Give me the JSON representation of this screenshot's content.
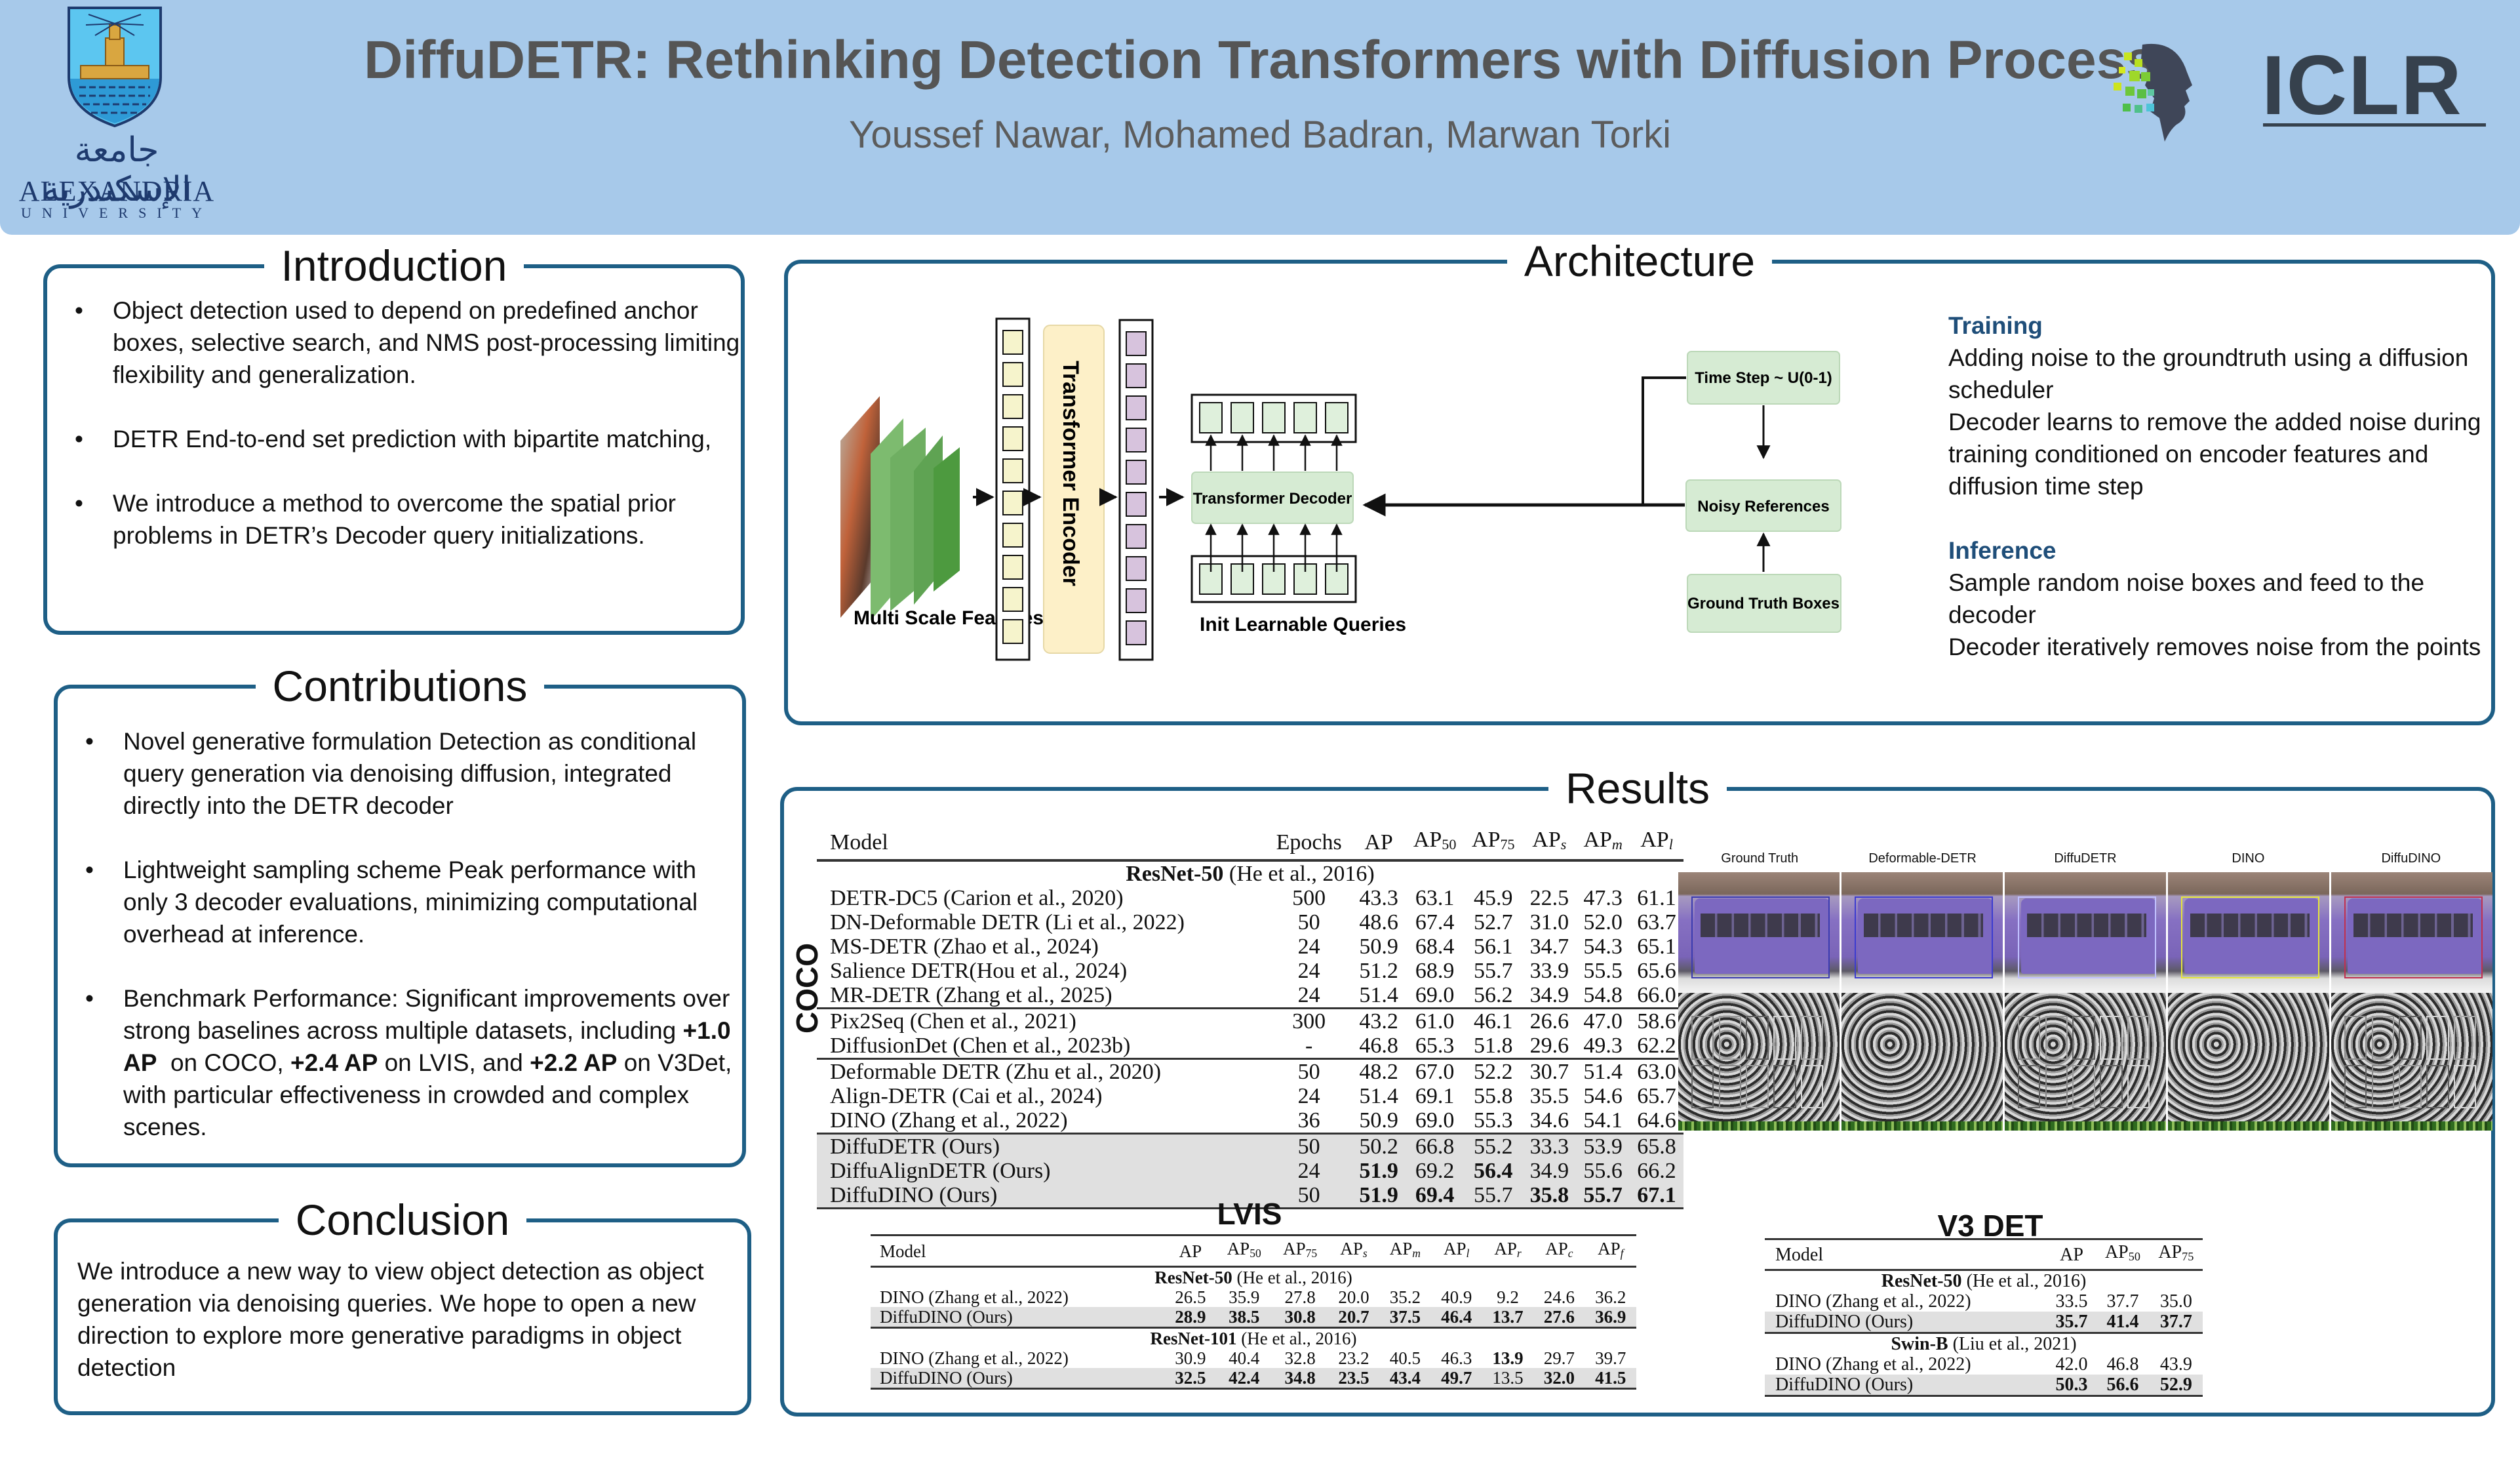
{
  "header": {
    "title": "DiffuDETR: Rethinking Detection Transformers with Diffusion Process",
    "authors": "Youssef Nawar, Mohamed Badran, Marwan Torki",
    "university_logo": {
      "arabic": "جامعة الإسكندرية",
      "name": "ALEXANDRIA",
      "subtitle": "UNIVERSITY"
    },
    "conference_logo": {
      "text": "ICLR"
    }
  },
  "introduction": {
    "title": "Introduction",
    "bullets": [
      "Object detection used to depend on predefined anchor boxes, selective search, and NMS post-processing limiting flexibility and generalization.",
      "DETR End-to-end set prediction with bipartite matching,",
      "We introduce a method to overcome the spatial prior problems in DETR’s Decoder query initializations."
    ]
  },
  "contributions": {
    "title": "Contributions",
    "bullets": [
      {
        "text": "Novel generative formulation Detection as conditional query generation via denoising diffusion, integrated directly into the DETR decoder"
      },
      {
        "text": "Lightweight sampling scheme Peak performance with only 3 decoder evaluations, minimizing computational overhead at inference."
      },
      {
        "prefix": "Benchmark Performance: Significant improvements over strong baselines across multiple datasets, including ",
        "b1": "+1.0 AP",
        "m1": "  on COCO, ",
        "b2": "+2.4 AP",
        "m2": " on LVIS, and ",
        "b3": "+2.2 AP",
        "suffix": " on V3Det, with particular effectiveness in crowded and complex scenes."
      }
    ]
  },
  "conclusion": {
    "title": "Conclusion",
    "text": "We introduce a new way to view object detection as object generation via denoising queries. We hope to open a new direction to explore more generative paradigms in object detection"
  },
  "architecture": {
    "title": "Architecture",
    "diagram": {
      "multi_scale_label": "Multi Scale Features",
      "encoder_label": "Transformer Encoder",
      "decoder_label": "Transformer Decoder",
      "queries_label": "Init Learnable Queries",
      "time_step_label": "Time Step  ~ U(0-1)",
      "noisy_refs_label": "Noisy References",
      "gt_boxes_label": "Ground Truth Boxes"
    },
    "training": {
      "heading": "Training",
      "lines": [
        "Adding noise to the groundtruth using a diffusion scheduler",
        "Decoder learns to remove the added noise during training conditioned on encoder features and diffusion time step"
      ]
    },
    "inference": {
      "heading": "Inference",
      "lines": [
        "Sample random noise boxes and feed to the decoder",
        "Decoder iteratively removes noise from the points"
      ]
    }
  },
  "results": {
    "title": "Results",
    "coco": {
      "label": "COCO",
      "headers": [
        "Model",
        "Epochs",
        "AP",
        "AP",
        "AP",
        "AP",
        "AP",
        "AP"
      ],
      "header_subs": [
        "",
        "",
        "",
        "50",
        "75",
        "s",
        "m",
        "l"
      ],
      "group": {
        "backbone": "ResNet-50",
        "cite": " (He et al., 2016)"
      },
      "rows": [
        {
          "model": "DETR-DC5 (Carion et al., 2020)",
          "values": [
            "500",
            "43.3",
            "63.1",
            "45.9",
            "22.5",
            "47.3",
            "61.1"
          ],
          "bold": []
        },
        {
          "model": "DN-Deformable DETR (Li et al., 2022)",
          "values": [
            "50",
            "48.6",
            "67.4",
            "52.7",
            "31.0",
            "52.0",
            "63.7"
          ],
          "bold": []
        },
        {
          "model": "MS-DETR (Zhao et al., 2024)",
          "values": [
            "24",
            "50.9",
            "68.4",
            "56.1",
            "34.7",
            "54.3",
            "65.1"
          ],
          "bold": []
        },
        {
          "model": "Salience DETR(Hou et al., 2024)",
          "values": [
            "24",
            "51.2",
            "68.9",
            "55.7",
            "33.9",
            "55.5",
            "65.6"
          ],
          "bold": []
        },
        {
          "model": "MR-DETR (Zhang et al., 2025)",
          "values": [
            "24",
            "51.4",
            "69.0",
            "56.2",
            "34.9",
            "54.8",
            "66.0"
          ],
          "bold": []
        },
        {
          "model": "Pix2Seq (Chen et al., 2021)",
          "values": [
            "300",
            "43.2",
            "61.0",
            "46.1",
            "26.6",
            "47.0",
            "58.6"
          ],
          "bold": [],
          "sep": true
        },
        {
          "model": "DiffusionDet (Chen et al., 2023b)",
          "values": [
            "-",
            "46.8",
            "65.3",
            "51.8",
            "29.6",
            "49.3",
            "62.2"
          ],
          "bold": []
        },
        {
          "model": "Deformable DETR (Zhu et al., 2020)",
          "values": [
            "50",
            "48.2",
            "67.0",
            "52.2",
            "30.7",
            "51.4",
            "63.0"
          ],
          "bold": [],
          "sep": true
        },
        {
          "model": "Align-DETR (Cai et al., 2024)",
          "values": [
            "24",
            "51.4",
            "69.1",
            "55.8",
            "35.5",
            "54.6",
            "65.7"
          ],
          "bold": []
        },
        {
          "model": "DINO (Zhang et al., 2022)",
          "values": [
            "36",
            "50.9",
            "69.0",
            "55.3",
            "34.6",
            "54.1",
            "64.6"
          ],
          "bold": []
        },
        {
          "model": "DiffuDETR (Ours)",
          "values": [
            "50",
            "50.2",
            "66.8",
            "55.2",
            "33.3",
            "53.9",
            "65.8"
          ],
          "bold": [],
          "sep": true,
          "ours": true
        },
        {
          "model": "DiffuAlignDETR (Ours)",
          "values": [
            "24",
            "51.9",
            "69.2",
            "56.4",
            "34.9",
            "55.6",
            "66.2"
          ],
          "bold": [
            1,
            3
          ],
          "ours": true
        },
        {
          "model": "DiffuDINO (Ours)",
          "values": [
            "50",
            "51.9",
            "69.4",
            "55.7",
            "35.8",
            "55.7",
            "67.1"
          ],
          "bold": [
            1,
            2,
            4,
            5,
            6
          ],
          "ours": true,
          "last": true
        }
      ]
    },
    "qualitative": {
      "columns": [
        "Ground Truth",
        "Deformable-DETR",
        "DiffuDETR",
        "DINO",
        "DiffuDINO"
      ]
    },
    "lvis": {
      "label": "LVIS",
      "headers": [
        "Model",
        "AP",
        "AP",
        "AP",
        "AP",
        "AP",
        "AP",
        "AP",
        "AP",
        "AP"
      ],
      "header_subs": [
        "",
        "",
        "50",
        "75",
        "s",
        "m",
        "l",
        "r",
        "c",
        "f"
      ],
      "groups": [
        {
          "backbone": "ResNet-50",
          "cite": " (He et al., 2016)",
          "rows": [
            {
              "model": "DINO (Zhang et al., 2022)",
              "values": [
                "26.5",
                "35.9",
                "27.8",
                "20.0",
                "35.2",
                "40.9",
                "9.2",
                "24.6",
                "36.2"
              ],
              "bold": []
            },
            {
              "model": "DiffuDINO (Ours)",
              "values": [
                "28.9",
                "38.5",
                "30.8",
                "20.7",
                "37.5",
                "46.4",
                "13.7",
                "27.6",
                "36.9"
              ],
              "bold": [
                0,
                1,
                2,
                3,
                4,
                5,
                6,
                7,
                8
              ],
              "ours": true
            }
          ]
        },
        {
          "backbone": "ResNet-101",
          "cite": " (He et al., 2016)",
          "rows": [
            {
              "model": "DINO (Zhang et al., 2022)",
              "values": [
                "30.9",
                "40.4",
                "32.8",
                "23.2",
                "40.5",
                "46.3",
                "13.9",
                "29.7",
                "39.7"
              ],
              "bold": [
                6
              ]
            },
            {
              "model": "DiffuDINO (Ours)",
              "values": [
                "32.5",
                "42.4",
                "34.8",
                "23.5",
                "43.4",
                "49.7",
                "13.5",
                "32.0",
                "41.5"
              ],
              "bold": [
                0,
                1,
                2,
                3,
                4,
                5,
                7,
                8
              ],
              "ours": true
            }
          ]
        }
      ]
    },
    "v3det": {
      "label": "V3 DET",
      "headers": [
        "Model",
        "AP",
        "AP",
        "AP"
      ],
      "header_subs": [
        "",
        "",
        "50",
        "75"
      ],
      "groups": [
        {
          "backbone": "ResNet-50",
          "cite": " (He et al., 2016)",
          "rows": [
            {
              "model": "DINO (Zhang et al., 2022)",
              "values": [
                "33.5",
                "37.7",
                "35.0"
              ],
              "bold": []
            },
            {
              "model": "DiffuDINO (Ours)",
              "values": [
                "35.7",
                "41.4",
                "37.7"
              ],
              "bold": [
                0,
                1,
                2
              ],
              "ours": true
            }
          ]
        },
        {
          "backbone": "Swin-B",
          "cite": " (Liu et al., 2021)",
          "rows": [
            {
              "model": "DINO (Zhang et al., 2022)",
              "values": [
                "42.0",
                "46.8",
                "43.9"
              ],
              "bold": []
            },
            {
              "model": "DiffuDINO (Ours)",
              "values": [
                "50.3",
                "56.6",
                "52.9"
              ],
              "bold": [
                0,
                1,
                2
              ],
              "ours": true
            }
          ]
        }
      ]
    }
  }
}
